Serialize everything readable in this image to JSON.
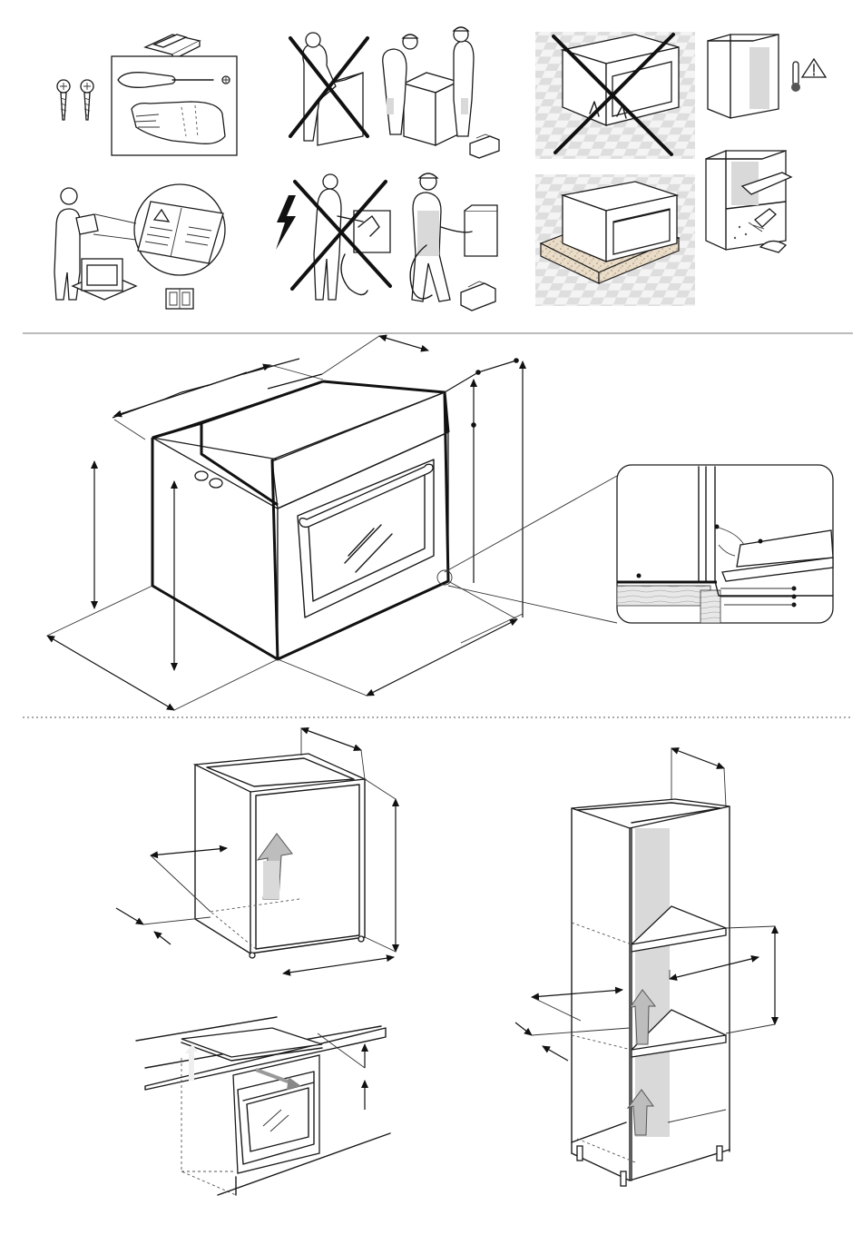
{
  "page": {
    "title": "",
    "sections": [
      "safety-pictograms",
      "oven-dimensions",
      "cabinet-installation"
    ]
  },
  "colors": {
    "ink": "#1a1a1a",
    "shade": "#d9d9d9",
    "floor_tile": "#e6e6e6",
    "arrow_fill": "#bdbdbd"
  },
  "icons": [
    "screw-icon",
    "screwdriver-icon",
    "glove-icon",
    "manual-icon",
    "warning-triangle-icon",
    "thermometer-icon",
    "lightning-icon",
    "toolbox-icon",
    "cross-out-icon",
    "book-icon"
  ]
}
